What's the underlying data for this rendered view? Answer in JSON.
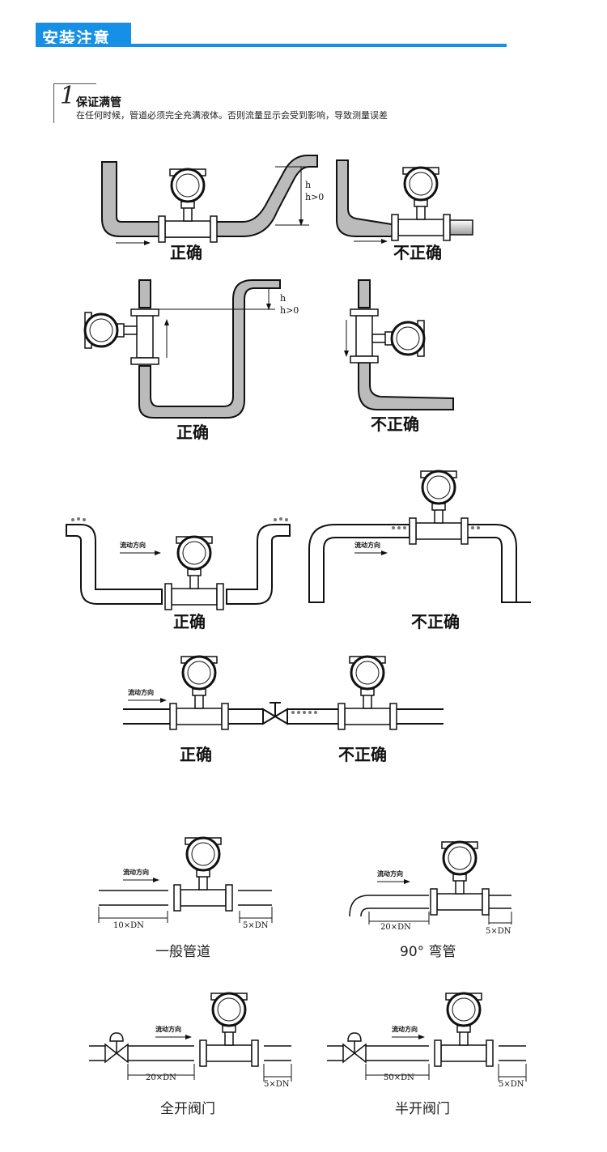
{
  "header": {
    "title": "安装注意"
  },
  "section": {
    "number": "1",
    "title": "保证满管",
    "description": "在任何时候，管道必须完全充满液体。否则流量显示会受到影响，导致测量误差"
  },
  "labels": {
    "correct": "正确",
    "incorrect": "不正确",
    "flow_direction": "流动方向",
    "h": "h",
    "h_gt_0": "h>0"
  },
  "straight_runs": {
    "general": {
      "caption": "一般管道",
      "upstream": "10×DN",
      "downstream": "5×DN"
    },
    "elbow": {
      "caption": "90°  弯管",
      "upstream": "20×DN",
      "downstream": "5×DN"
    },
    "valve_full": {
      "caption": "全开阀门",
      "upstream": "20×DN",
      "downstream": "5×DN"
    },
    "valve_half": {
      "caption": "半开阀门",
      "upstream": "50×DN",
      "downstream": "5×DN"
    }
  }
}
